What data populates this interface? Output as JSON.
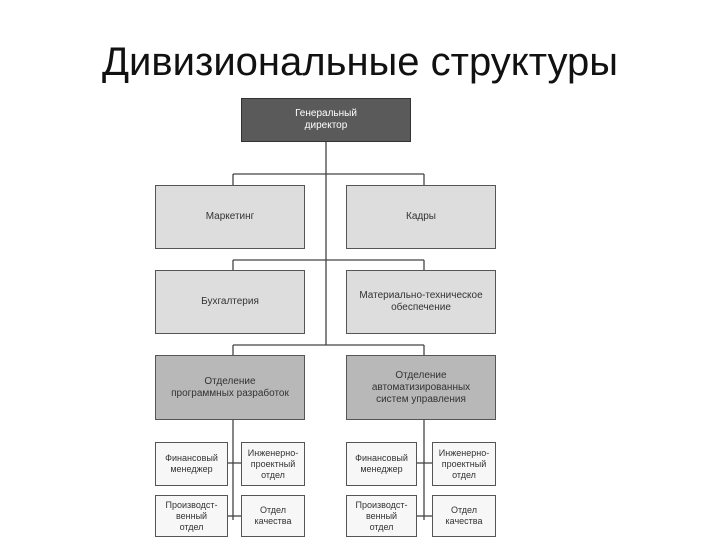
{
  "title": "Дивизиональные структуры",
  "org_chart": {
    "ceo": "Генеральный\nдиректор",
    "marketing": "Маркетинг",
    "hr": "Кадры",
    "accounting": "Бухгалтерия",
    "logistics": "Материально-техническое\nобеспечение",
    "division_software": "Отделение\nпрограммных разработок",
    "division_automation": "Отделение\nавтоматизированных\nсистем управления",
    "software_units": {
      "finance_manager": "Финансовый\nменеджер",
      "engineering_dept": "Инженерно-\nпроектный\nотдел",
      "production_dept": "Производст-\nвенный\nотдел",
      "quality_dept": "Отдел\nкачества"
    },
    "automation_units": {
      "finance_manager": "Финансовый\nменеджер",
      "engineering_dept": "Инженерно-\nпроектный\nотдел",
      "production_dept": "Производст-\nвенный\nотдел",
      "quality_dept": "Отдел\nкачества"
    }
  }
}
